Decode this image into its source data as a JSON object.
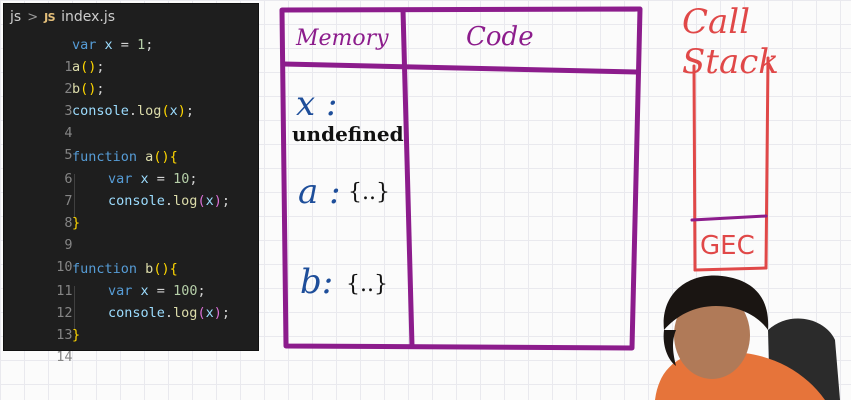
{
  "editor": {
    "breadcrumb_folder": "js",
    "breadcrumb_separator": ">",
    "file_badge": "JS",
    "file_name": "index.js",
    "lines": [
      {
        "n": "1"
      },
      {
        "n": "2"
      },
      {
        "n": "3"
      },
      {
        "n": "4"
      },
      {
        "n": "5"
      },
      {
        "n": "6"
      },
      {
        "n": "7"
      },
      {
        "n": "8"
      },
      {
        "n": "9"
      },
      {
        "n": "10"
      },
      {
        "n": "11"
      },
      {
        "n": "12"
      },
      {
        "n": "13"
      },
      {
        "n": "14"
      }
    ]
  },
  "whiteboard": {
    "memory_header": "Memory",
    "code_header": "Code",
    "x_name": "x :",
    "x_value": "undefined",
    "a_name": "a :",
    "a_value": "{..}",
    "b_name": "b:",
    "b_value": "{..}",
    "call_stack_title": "Call Stack",
    "gec_label": "GEC",
    "colors": {
      "table": "#8c1c8c",
      "stack": "#e04848",
      "variables": "#1e4e9a"
    }
  }
}
